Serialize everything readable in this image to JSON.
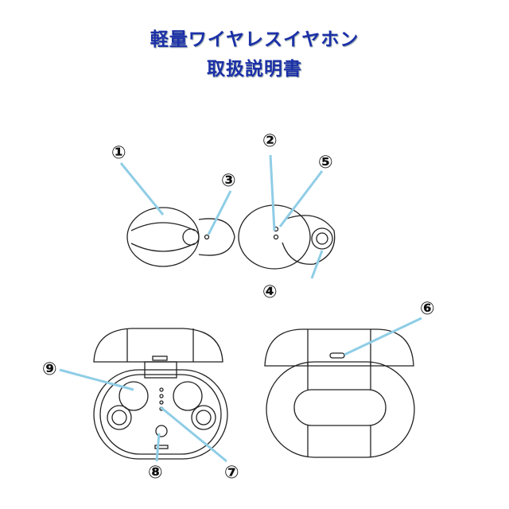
{
  "title": "軽量ワイヤレスイヤホン",
  "subtitle": "取扱説明書",
  "callouts": [
    "①",
    "②",
    "③",
    "④",
    "⑤",
    "⑥",
    "⑦",
    "⑧",
    "⑨"
  ],
  "colors": {
    "title": "#1b2fa8",
    "leader": "#8fcde6"
  }
}
